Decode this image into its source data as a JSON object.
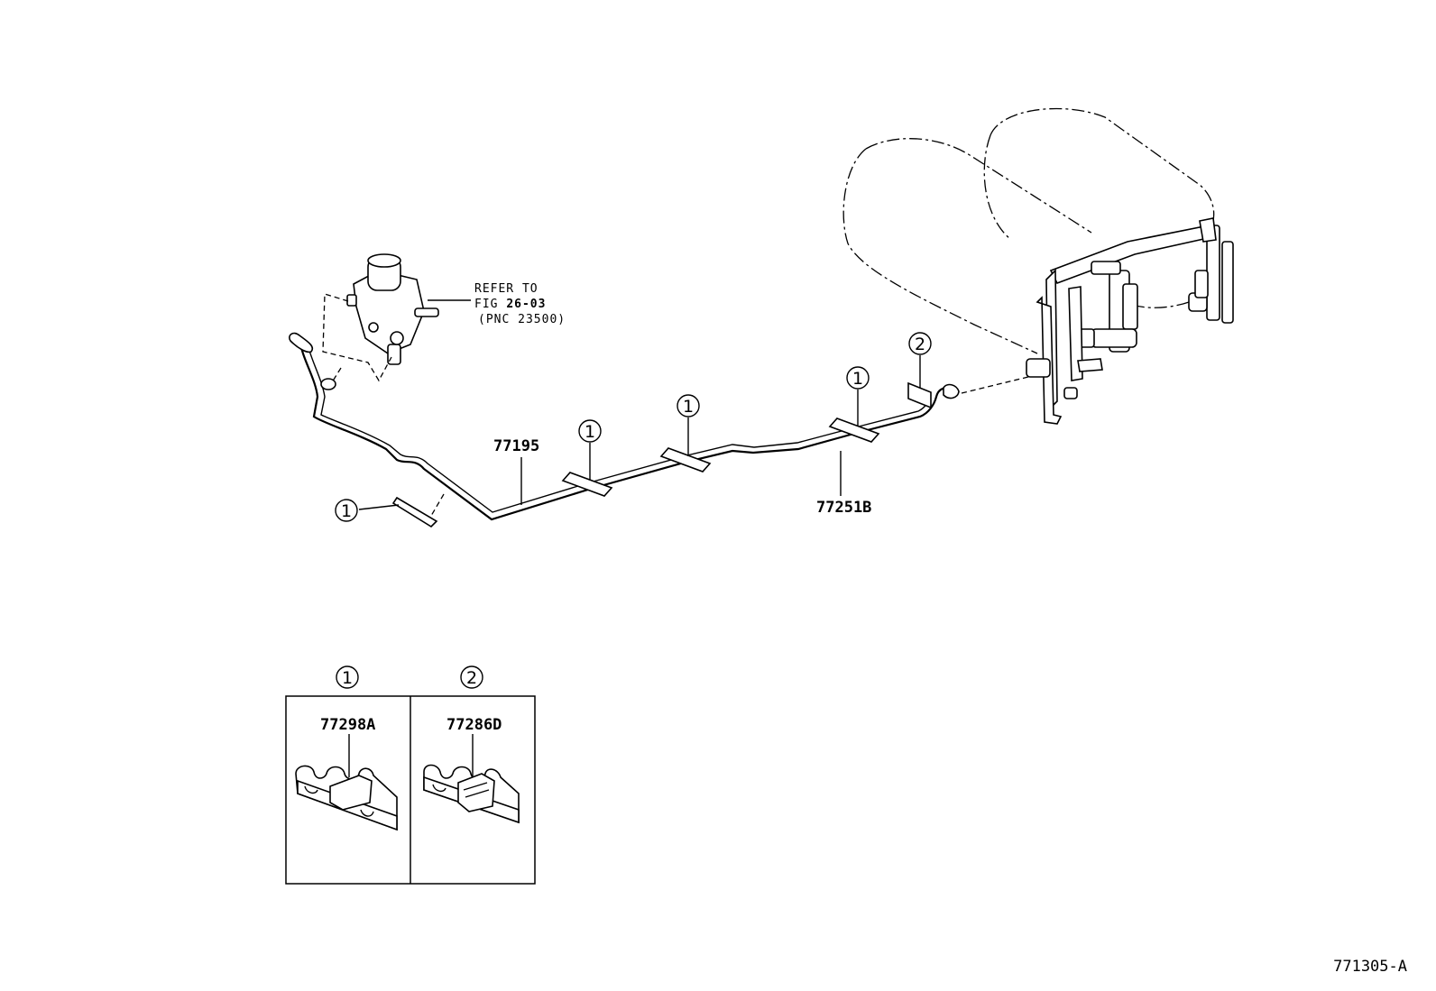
{
  "callouts": {
    "clamp_ref": "1",
    "bracket_ref": "2"
  },
  "parts": {
    "tube_front": "77195",
    "tube_rear": "77251B",
    "clamp_part": "77298A",
    "bracket_part": "77286D"
  },
  "pump_note": {
    "line1": "REFER TO",
    "line2_prefix": "FIG ",
    "line2_fig": "26-03",
    "line3": "(PNC 23500)"
  },
  "figure_id": "771305-A"
}
